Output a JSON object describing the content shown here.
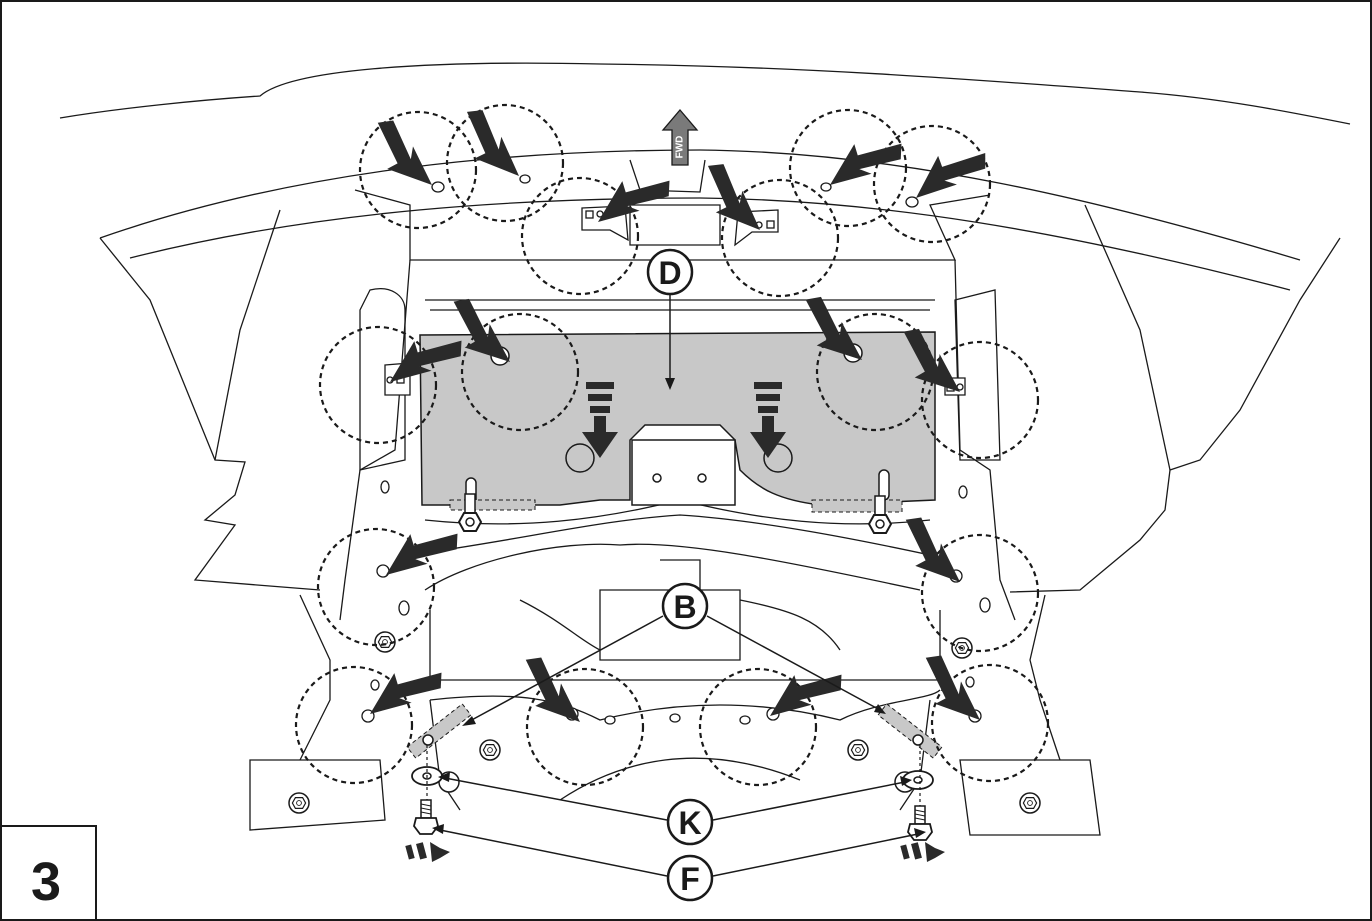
{
  "figure": {
    "step_number": "3",
    "fwd_label": "FWD",
    "callouts": {
      "d": "D",
      "b": "B",
      "k": "K",
      "f": "F"
    }
  },
  "colors": {
    "line": "#1a1a1a",
    "plate_fill": "#c8c8c8",
    "arrow_fill": "#2a2a2a",
    "background": "#ffffff"
  }
}
